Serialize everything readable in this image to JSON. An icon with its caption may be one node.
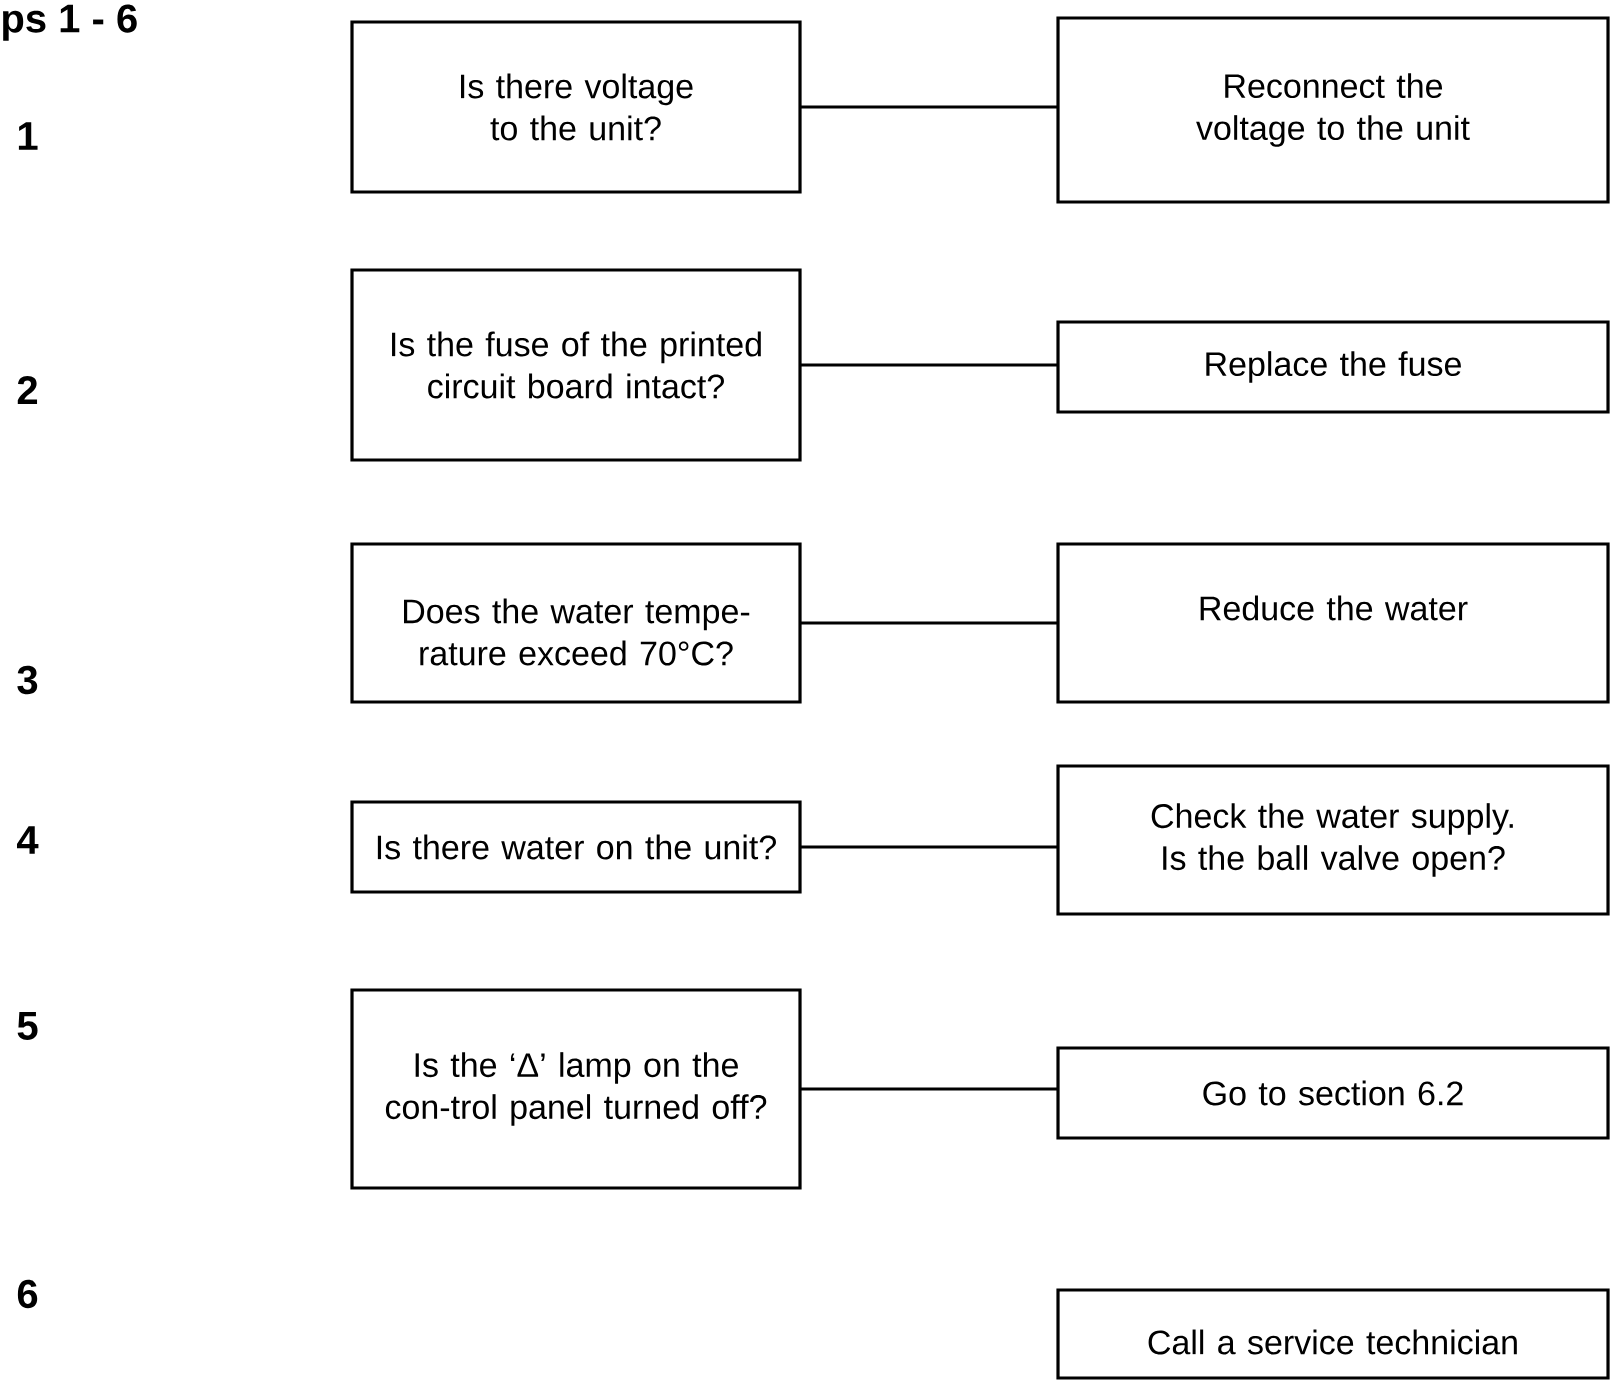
{
  "diagram": {
    "title": "ps 1 - 6",
    "nodes": [
      {
        "text": [
          "Is there voltage to the unit?"
        ]
      },
      {
        "text": [
          "Reconnect the voltage to the unit"
        ]
      },
      {
        "text": [
          "Is the fuse of the printed circuit board intact?"
        ]
      },
      {
        "text": [
          "Replace the fuse"
        ]
      },
      {
        "text": [
          "Does the water tempe-rature exceed 70°C?"
        ]
      },
      {
        "text": [
          "Reduce the water"
        ]
      },
      {
        "text": [
          "Is there water on the unit?"
        ]
      },
      {
        "text": [
          "Check the water supply. Is the ball valve open?"
        ]
      },
      {
        "text": [
          "Is the ‘Δ’ lamp on the con-trol panel turned off?"
        ]
      },
      {
        "text": [
          "Go to section 6.2"
        ]
      },
      {
        "text": [
          "Call a service technician"
        ]
      }
    ],
    "edges": [
      {
        "from": 0,
        "to": 1,
        "arrow": "none"
      },
      {
        "from": 2,
        "to": 3,
        "arrow": "none"
      },
      {
        "from": 4,
        "to": 5,
        "arrow": "none"
      },
      {
        "from": 6,
        "to": 7,
        "arrow": "none"
      },
      {
        "from": 8,
        "to": 9,
        "arrow": "none"
      }
    ],
    "labels": [
      "1",
      "2",
      "3",
      "4",
      "5",
      "6"
    ]
  }
}
